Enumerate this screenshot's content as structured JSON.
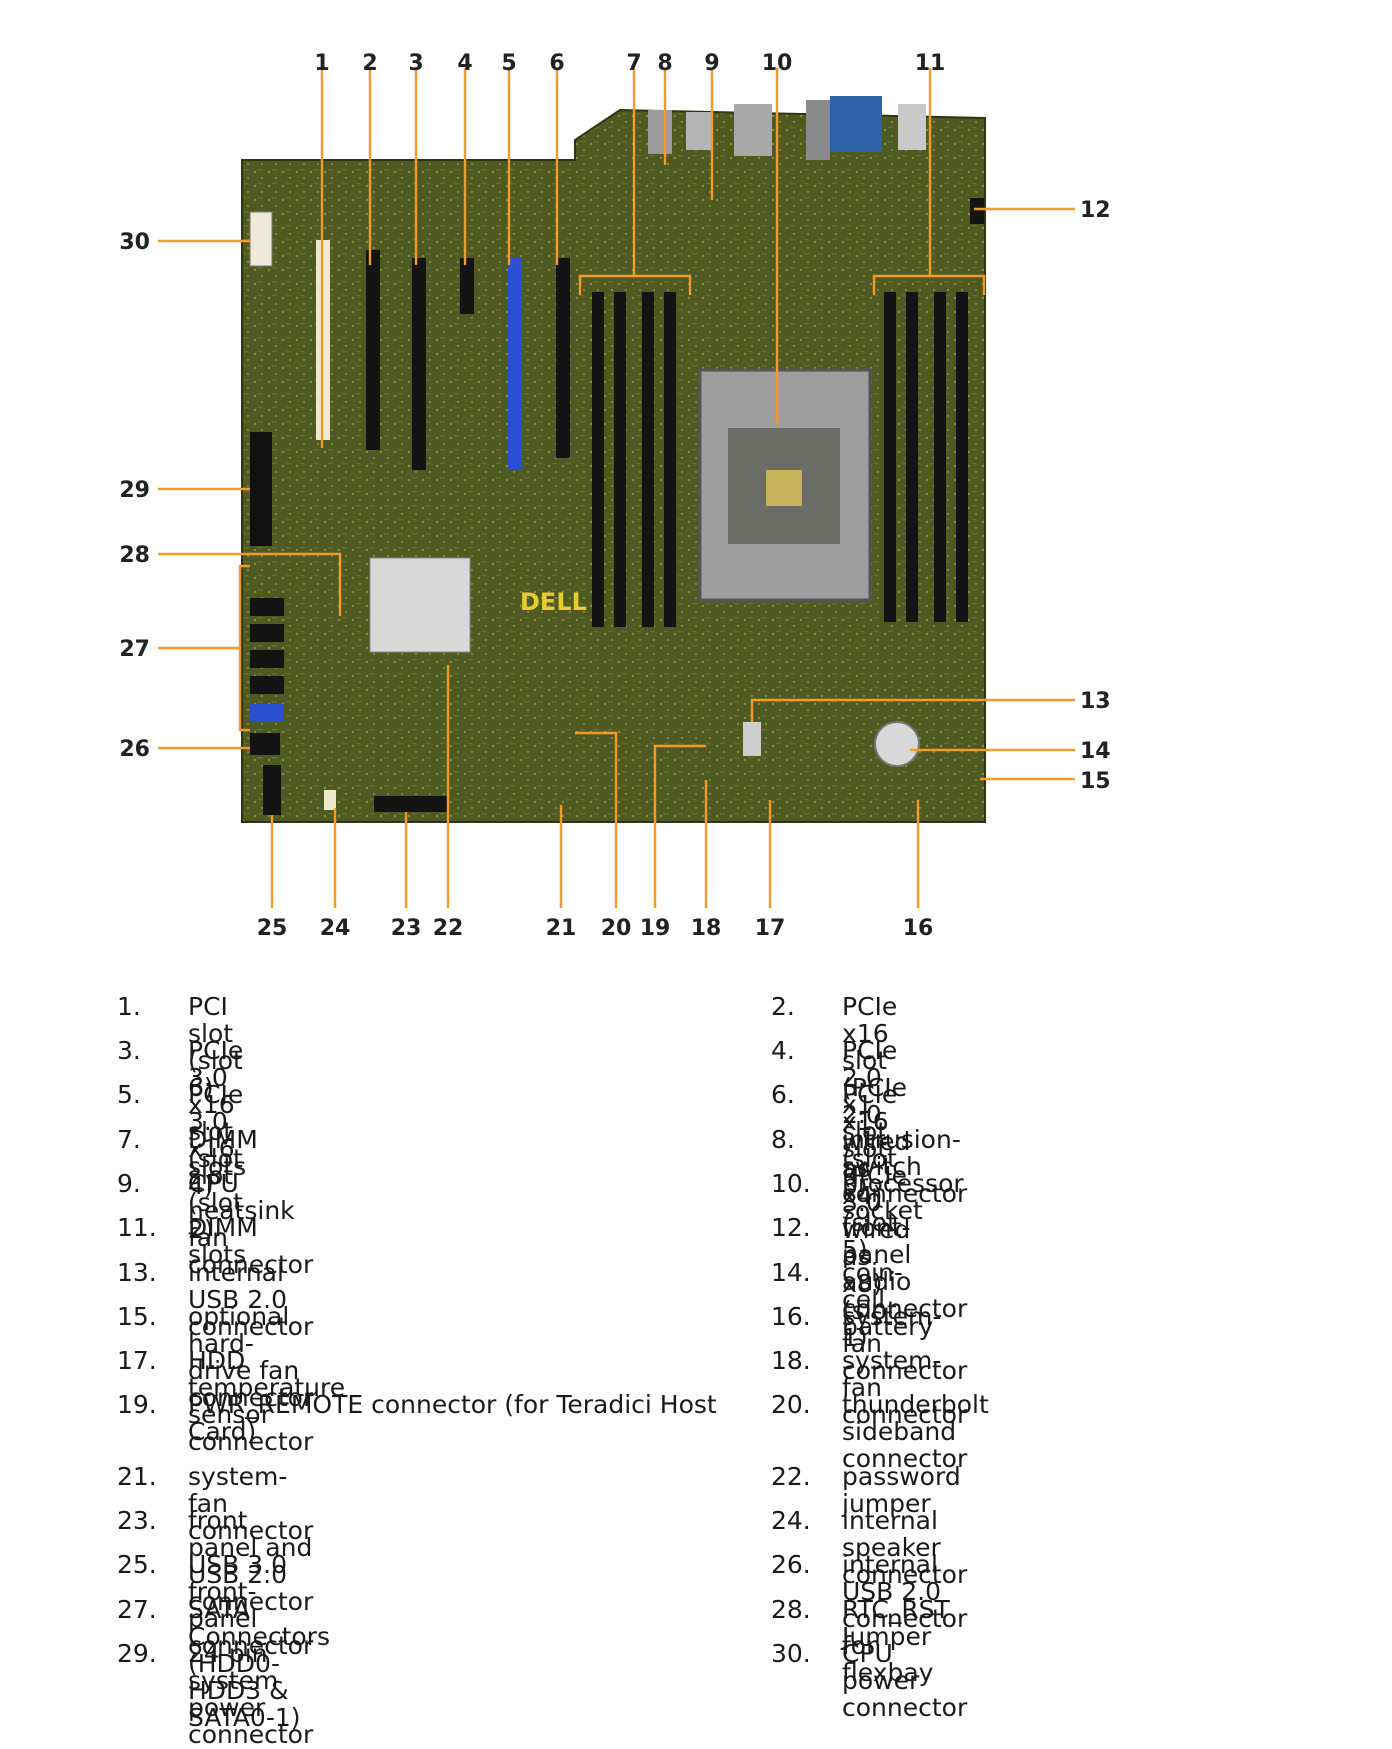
{
  "callout_numbers": [
    "1",
    "2",
    "3",
    "4",
    "5",
    "6",
    "7",
    "8",
    "9",
    "10",
    "11",
    "12",
    "13",
    "14",
    "15",
    "16",
    "17",
    "18",
    "19",
    "20",
    "21",
    "22",
    "23",
    "24",
    "25",
    "26",
    "27",
    "28",
    "29",
    "30"
  ],
  "board": {
    "logo_text": "DELL",
    "colors": {
      "pcb": "#4f5a22",
      "leader": "#f39a2a",
      "pcie_x16_blue": "#2a4fd1",
      "slot_black": "#141414"
    }
  },
  "legend": [
    {
      "num": "1.",
      "text": "PCI slot (slot 6)"
    },
    {
      "num": "2.",
      "text": "PCIe x16 slot (PCIe 2.0 wired as x4) (slot 5)"
    },
    {
      "num": "3.",
      "text": "PCIe 3.0 x16 slot (slot 4)"
    },
    {
      "num": "4.",
      "text": "PCIe 2.0 x1 slot (slot 3)"
    },
    {
      "num": "5.",
      "text": "PCIe 3.0 x16 slot (slot 2)"
    },
    {
      "num": "6.",
      "text": "PCIe x16 slot (PCIe 3.0 wired as x8) (slot 1)"
    },
    {
      "num": "7.",
      "text": "DIMM slots"
    },
    {
      "num": "8.",
      "text": "intrusion-switch connector"
    },
    {
      "num": "9.",
      "text": "CPU heatsink fan connector"
    },
    {
      "num": "10.",
      "text": "processor socket"
    },
    {
      "num": "11.",
      "text": "DIMM slots"
    },
    {
      "num": "12.",
      "text": "front-panel audio connector"
    },
    {
      "num": "13.",
      "text": "internal USB 2.0 connector"
    },
    {
      "num": "14.",
      "text": "coin-cell battery"
    },
    {
      "num": "15.",
      "text": "optional hard-drive fan connector"
    },
    {
      "num": "16.",
      "text": "system-fan connector"
    },
    {
      "num": "17.",
      "text": "HDD temperature sensor connector"
    },
    {
      "num": "18.",
      "text": "system-fan connector"
    },
    {
      "num": "19.",
      "text": "PWR_REMOTE connector (for Teradici Host Card)"
    },
    {
      "num": "20.",
      "text": "thunderbolt sideband connector"
    },
    {
      "num": "21.",
      "text": "system-fan connector"
    },
    {
      "num": "22.",
      "text": "password jumper"
    },
    {
      "num": "23.",
      "text": "front panel and USB 2.0 connector"
    },
    {
      "num": "24.",
      "text": "internal speaker connector"
    },
    {
      "num": "25.",
      "text": "USB 3.0 front-panel connector"
    },
    {
      "num": "26.",
      "text": "internal USB 2.0 connector for flexbay"
    },
    {
      "num": "27.",
      "text": "SATA Connectors (HDD0-HDD3 & SATA0-1)"
    },
    {
      "num": "28.",
      "text": "RTC_RST Jumper"
    },
    {
      "num": "29.",
      "text": "24-pin system power connector"
    },
    {
      "num": "30.",
      "text": "CPU power connector"
    }
  ]
}
